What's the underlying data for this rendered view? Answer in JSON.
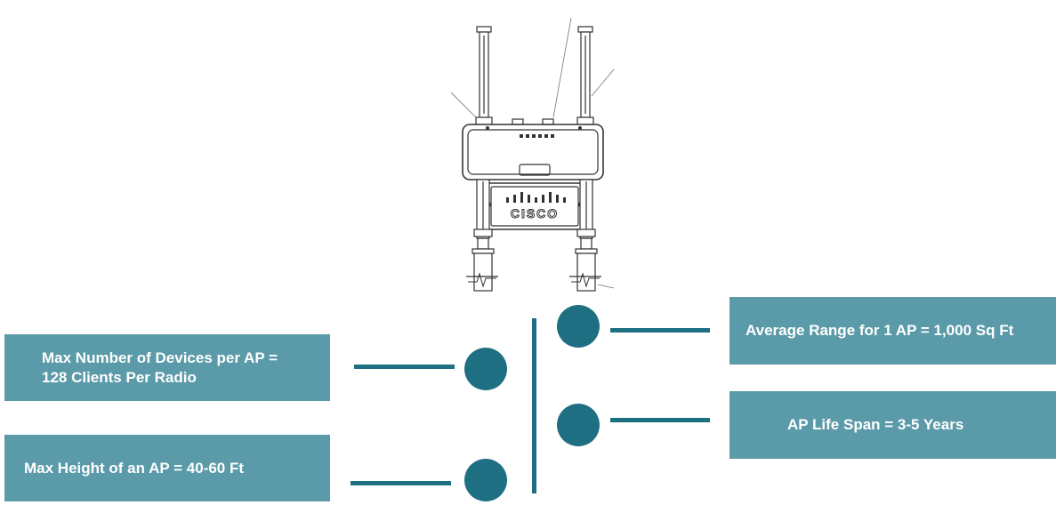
{
  "device": {
    "logo_text": "CISCO"
  },
  "facts": {
    "max_devices": "Max Number of Devices per AP =\n128 Clients Per Radio",
    "max_height": "Max Height of an AP = 40-60 Ft",
    "avg_range": "Average Range for 1 AP = 1,000 Sq Ft",
    "life_span": "AP Life Span = 3-5 Years"
  },
  "colors": {
    "box_fill": "#5b9aa8",
    "connector": "#1f6f83"
  }
}
